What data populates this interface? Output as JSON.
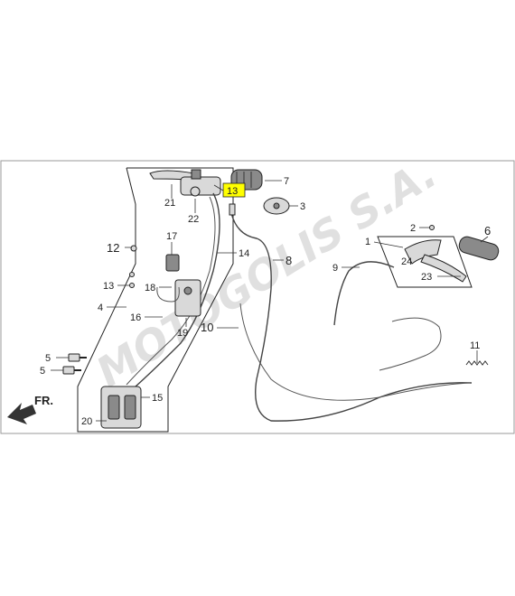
{
  "watermark": "MOTOGOLIS S.A.",
  "direction_label": "FR.",
  "highlight_color": "#ffff00",
  "callouts": {
    "c1": "1",
    "c2": "2",
    "c3": "3",
    "c4": "4",
    "c5a": "5",
    "c5b": "5",
    "c6": "6",
    "c7": "7",
    "c8": "8",
    "c9": "9",
    "c10": "10",
    "c11": "11",
    "c12": "12",
    "c13a": "13",
    "c13b": "13",
    "c14": "14",
    "c15": "15",
    "c16": "16",
    "c17": "17",
    "c18": "18",
    "c19": "19",
    "c20": "20",
    "c21": "21",
    "c22": "22",
    "c23": "23",
    "c24": "24"
  }
}
